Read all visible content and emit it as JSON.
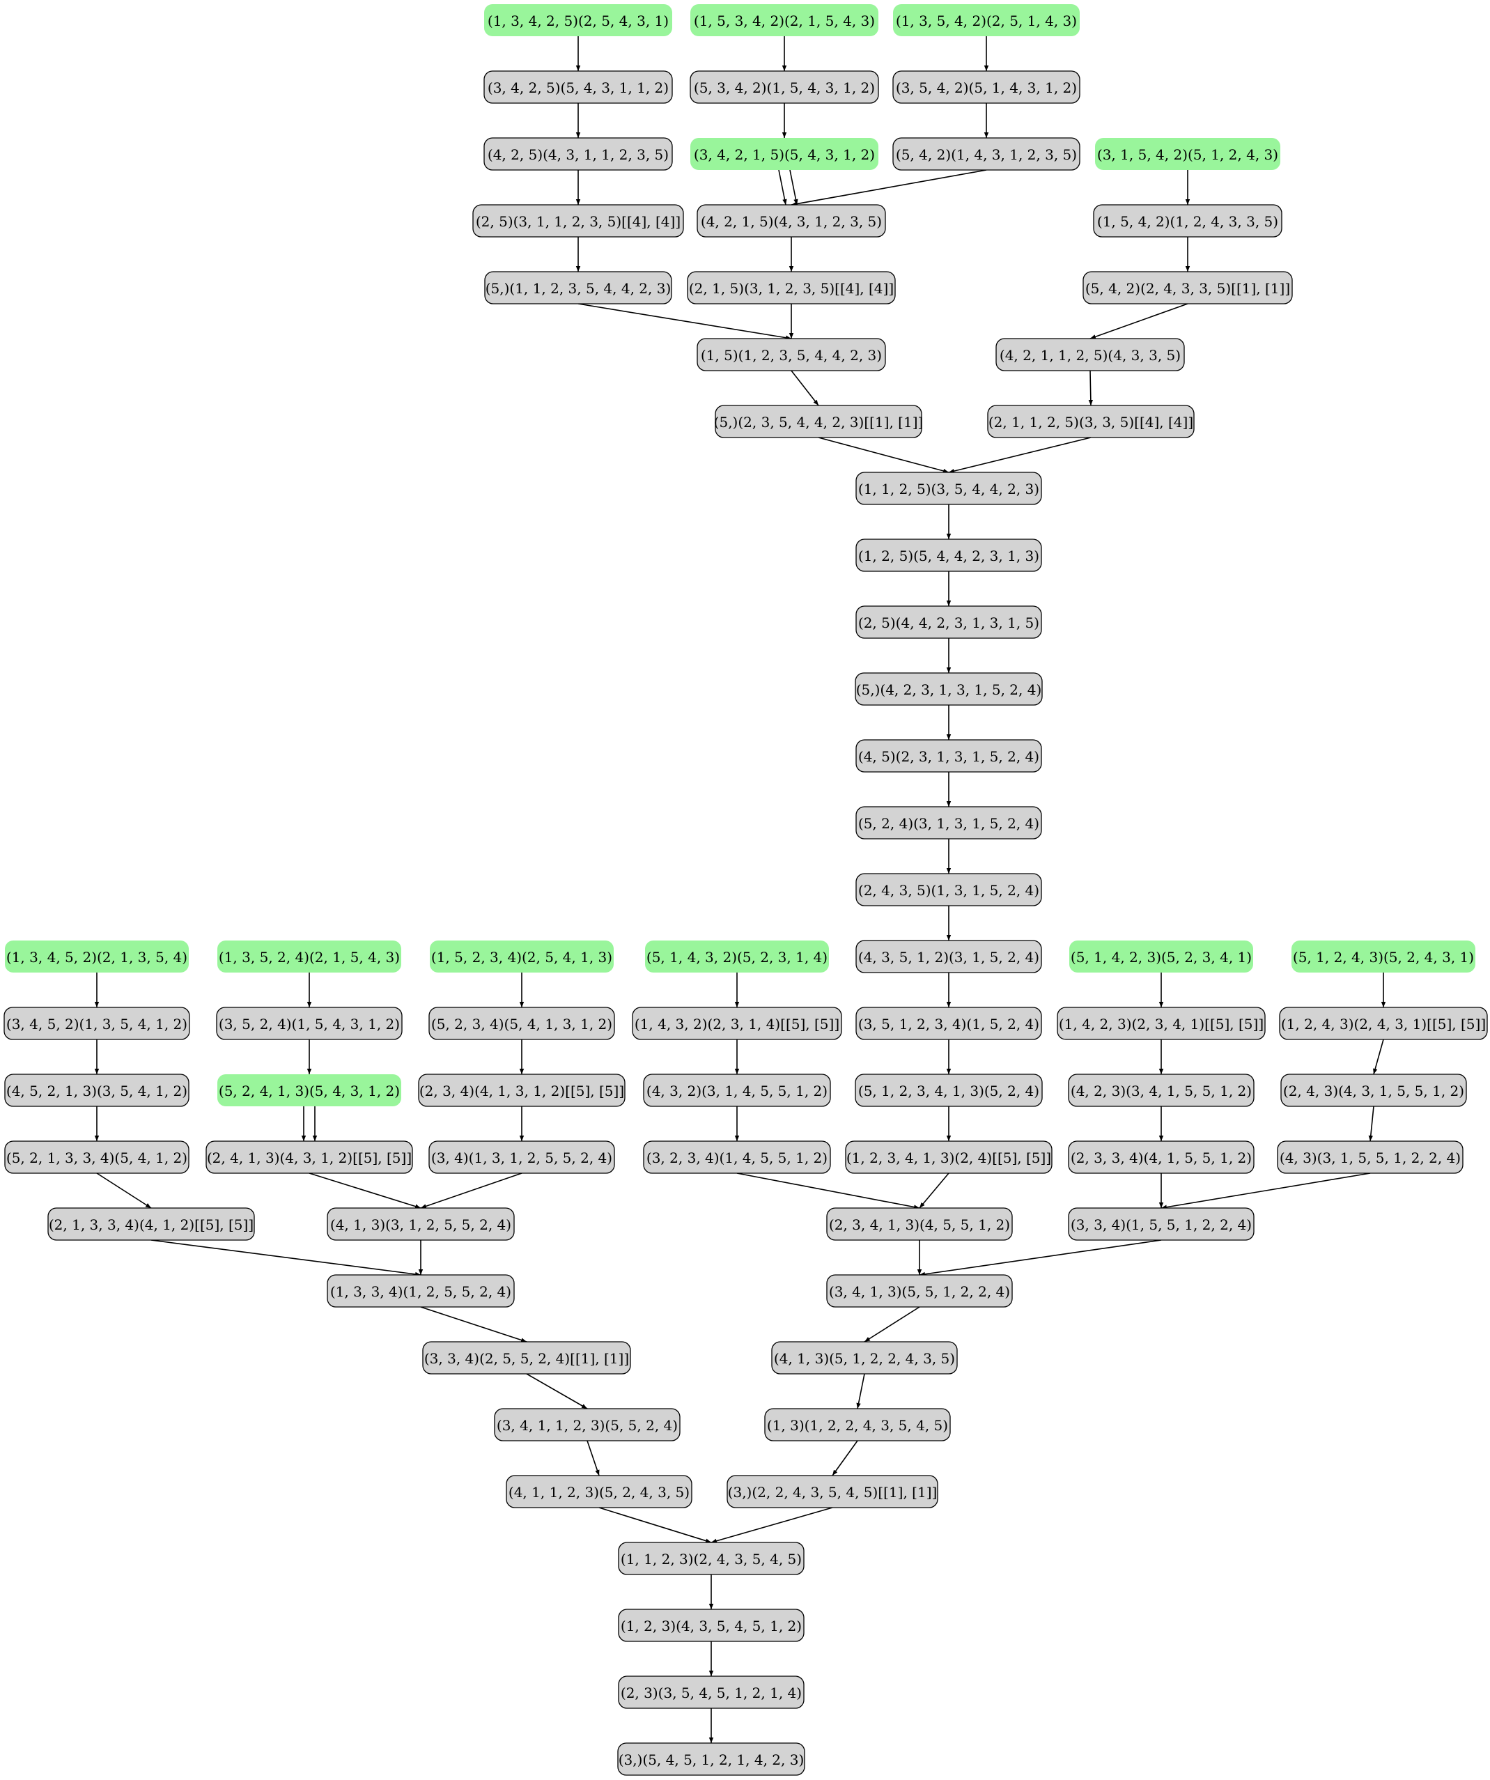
{
  "colors": {
    "start_fill": "#99f59b",
    "node_fill": "#d3d3d3",
    "stroke": "#000000",
    "background": "#ffffff"
  },
  "nodes": [
    {
      "id": "a1",
      "label": "(1, 3, 4, 2, 5)(2, 5, 4, 3, 1)",
      "start": true
    },
    {
      "id": "b1",
      "label": "(1, 5, 3, 4, 2)(2, 1, 5, 4, 3)",
      "start": true
    },
    {
      "id": "c1",
      "label": "(1, 3, 5, 4, 2)(2, 5, 1, 4, 3)",
      "start": true
    },
    {
      "id": "a2",
      "label": "(3, 4, 2, 5)(5, 4, 3, 1, 1, 2)"
    },
    {
      "id": "b2",
      "label": "(5, 3, 4, 2)(1, 5, 4, 3, 1, 2)"
    },
    {
      "id": "c2",
      "label": "(3, 5, 4, 2)(5, 1, 4, 3, 1, 2)"
    },
    {
      "id": "a3",
      "label": "(4, 2, 5)(4, 3, 1, 1, 2, 3, 5)"
    },
    {
      "id": "b3",
      "label": "(3, 4, 2, 1, 5)(5, 4, 3, 1, 2)",
      "start": true
    },
    {
      "id": "c3",
      "label": "(5, 4, 2)(1, 4, 3, 1, 2, 3, 5)"
    },
    {
      "id": "d1",
      "label": "(3, 1, 5, 4, 2)(5, 1, 2, 4, 3)",
      "start": true
    },
    {
      "id": "a4",
      "label": "(2, 5)(3, 1, 1, 2, 3, 5)[[4], [4]]"
    },
    {
      "id": "b4",
      "label": "(4, 2, 1, 5)(4, 3, 1, 2, 3, 5)"
    },
    {
      "id": "d2",
      "label": "(1, 5, 4, 2)(1, 2, 4, 3, 3, 5)"
    },
    {
      "id": "a5",
      "label": "(5,)(1, 1, 2, 3, 5, 4, 4, 2, 3)"
    },
    {
      "id": "b5",
      "label": "(2, 1, 5)(3, 1, 2, 3, 5)[[4], [4]]"
    },
    {
      "id": "d3",
      "label": "(5, 4, 2)(2, 4, 3, 3, 5)[[1], [1]]"
    },
    {
      "id": "m1",
      "label": "(1, 5)(1, 2, 3, 5, 4, 4, 2, 3)"
    },
    {
      "id": "d4",
      "label": "(4, 2, 1, 1, 2, 5)(4, 3, 3, 5)"
    },
    {
      "id": "m2",
      "label": "(5,)(2, 3, 5, 4, 4, 2, 3)[[1], [1]]"
    },
    {
      "id": "d5",
      "label": "(2, 1, 1, 2, 5)(3, 3, 5)[[4], [4]]"
    },
    {
      "id": "t1",
      "label": "(1, 1, 2, 5)(3, 5, 4, 4, 2, 3)"
    },
    {
      "id": "t2",
      "label": "(1, 2, 5)(5, 4, 4, 2, 3, 1, 3)"
    },
    {
      "id": "t3",
      "label": "(2, 5)(4, 4, 2, 3, 1, 3, 1, 5)"
    },
    {
      "id": "t4",
      "label": "(5,)(4, 2, 3, 1, 3, 1, 5, 2, 4)"
    },
    {
      "id": "t5",
      "label": "(4, 5)(2, 3, 1, 3, 1, 5, 2, 4)"
    },
    {
      "id": "t6",
      "label": "(5, 2, 4)(3, 1, 3, 1, 5, 2, 4)"
    },
    {
      "id": "t7",
      "label": "(2, 4, 3, 5)(1, 3, 1, 5, 2, 4)"
    },
    {
      "id": "t8",
      "label": "(4, 3, 5, 1, 2)(3, 1, 5, 2, 4)"
    },
    {
      "id": "e1",
      "label": "(1, 3, 4, 5, 2)(2, 1, 3, 5, 4)",
      "start": true
    },
    {
      "id": "f1",
      "label": "(1, 3, 5, 2, 4)(2, 1, 5, 4, 3)",
      "start": true
    },
    {
      "id": "g1",
      "label": "(1, 5, 2, 3, 4)(2, 5, 4, 1, 3)",
      "start": true
    },
    {
      "id": "h1",
      "label": "(5, 1, 4, 3, 2)(5, 2, 3, 1, 4)",
      "start": true
    },
    {
      "id": "j1",
      "label": "(5, 1, 4, 2, 3)(5, 2, 3, 4, 1)",
      "start": true
    },
    {
      "id": "k1",
      "label": "(5, 1, 2, 4, 3)(5, 2, 4, 3, 1)",
      "start": true
    },
    {
      "id": "e2",
      "label": "(3, 4, 5, 2)(1, 3, 5, 4, 1, 2)"
    },
    {
      "id": "f2",
      "label": "(3, 5, 2, 4)(1, 5, 4, 3, 1, 2)"
    },
    {
      "id": "g2",
      "label": "(5, 2, 3, 4)(5, 4, 1, 3, 1, 2)"
    },
    {
      "id": "h2",
      "label": "(1, 4, 3, 2)(2, 3, 1, 4)[[5], [5]]"
    },
    {
      "id": "t9",
      "label": "(3, 5, 1, 2, 3, 4)(1, 5, 2, 4)"
    },
    {
      "id": "j2",
      "label": "(1, 4, 2, 3)(2, 3, 4, 1)[[5], [5]]"
    },
    {
      "id": "k2",
      "label": "(1, 2, 4, 3)(2, 4, 3, 1)[[5], [5]]"
    },
    {
      "id": "e3",
      "label": "(4, 5, 2, 1, 3)(3, 5, 4, 1, 2)"
    },
    {
      "id": "f3",
      "label": "(5, 2, 4, 1, 3)(5, 4, 3, 1, 2)",
      "start": true
    },
    {
      "id": "g3",
      "label": "(2, 3, 4)(4, 1, 3, 1, 2)[[5], [5]]"
    },
    {
      "id": "h3",
      "label": "(4, 3, 2)(3, 1, 4, 5, 5, 1, 2)"
    },
    {
      "id": "t10",
      "label": "(5, 1, 2, 3, 4, 1, 3)(5, 2, 4)"
    },
    {
      "id": "j3",
      "label": "(4, 2, 3)(3, 4, 1, 5, 5, 1, 2)"
    },
    {
      "id": "k3",
      "label": "(2, 4, 3)(4, 3, 1, 5, 5, 1, 2)"
    },
    {
      "id": "e4",
      "label": "(5, 2, 1, 3, 3, 4)(5, 4, 1, 2)"
    },
    {
      "id": "f4",
      "label": "(2, 4, 1, 3)(4, 3, 1, 2)[[5], [5]]"
    },
    {
      "id": "g4",
      "label": "(3, 4)(1, 3, 1, 2, 5, 5, 2, 4)"
    },
    {
      "id": "h4",
      "label": "(3, 2, 3, 4)(1, 4, 5, 5, 1, 2)"
    },
    {
      "id": "t11",
      "label": "(1, 2, 3, 4, 1, 3)(2, 4)[[5], [5]]"
    },
    {
      "id": "j4",
      "label": "(2, 3, 3, 4)(4, 1, 5, 5, 1, 2)"
    },
    {
      "id": "k4",
      "label": "(4, 3)(3, 1, 5, 5, 1, 2, 2, 4)"
    },
    {
      "id": "e5",
      "label": "(2, 1, 3, 3, 4)(4, 1, 2)[[5], [5]]"
    },
    {
      "id": "fg5",
      "label": "(4, 1, 3)(3, 1, 2, 5, 5, 2, 4)"
    },
    {
      "id": "ht5",
      "label": "(2, 3, 4, 1, 3)(4, 5, 5, 1, 2)"
    },
    {
      "id": "jk5",
      "label": "(3, 3, 4)(1, 5, 5, 1, 2, 2, 4)"
    },
    {
      "id": "L1",
      "label": "(1, 3, 3, 4)(1, 2, 5, 5, 2, 4)"
    },
    {
      "id": "R1",
      "label": "(3, 4, 1, 3)(5, 5, 1, 2, 2, 4)"
    },
    {
      "id": "L2",
      "label": "(3, 3, 4)(2, 5, 5, 2, 4)[[1], [1]]"
    },
    {
      "id": "R2",
      "label": "(4, 1, 3)(5, 1, 2, 2, 4, 3, 5)"
    },
    {
      "id": "L3",
      "label": "(3, 4, 1, 1, 2, 3)(5, 5, 2, 4)"
    },
    {
      "id": "R3",
      "label": "(1, 3)(1, 2, 2, 4, 3, 5, 4, 5)"
    },
    {
      "id": "L4",
      "label": "(4, 1, 1, 2, 3)(5, 2, 4, 3, 5)"
    },
    {
      "id": "R4",
      "label": "(3,)(2, 2, 4, 3, 5, 4, 5)[[1], [1]]"
    },
    {
      "id": "B1",
      "label": "(1, 1, 2, 3)(2, 4, 3, 5, 4, 5)"
    },
    {
      "id": "B2",
      "label": "(1, 2, 3)(4, 3, 5, 4, 5, 1, 2)"
    },
    {
      "id": "B3",
      "label": "(2, 3)(3, 5, 4, 5, 1, 2, 1, 4)"
    },
    {
      "id": "B4",
      "label": "(3,)(5, 4, 5, 1, 2, 1, 4, 2, 3)"
    }
  ],
  "edges": [
    [
      "a1",
      "a2"
    ],
    [
      "a2",
      "a3"
    ],
    [
      "a3",
      "a4"
    ],
    [
      "a4",
      "a5"
    ],
    [
      "a5",
      "m1"
    ],
    [
      "b1",
      "b2"
    ],
    [
      "b2",
      "b3"
    ],
    [
      "b3",
      "b4"
    ],
    [
      "b3",
      "b4"
    ],
    [
      "b4",
      "b5"
    ],
    [
      "b5",
      "m1"
    ],
    [
      "c1",
      "c2"
    ],
    [
      "c2",
      "c3"
    ],
    [
      "c3",
      "b4"
    ],
    [
      "d1",
      "d2"
    ],
    [
      "d2",
      "d3"
    ],
    [
      "d3",
      "d4"
    ],
    [
      "d4",
      "d5"
    ],
    [
      "d5",
      "t1"
    ],
    [
      "m1",
      "m2"
    ],
    [
      "m2",
      "t1"
    ],
    [
      "t1",
      "t2"
    ],
    [
      "t2",
      "t3"
    ],
    [
      "t3",
      "t4"
    ],
    [
      "t4",
      "t5"
    ],
    [
      "t5",
      "t6"
    ],
    [
      "t6",
      "t7"
    ],
    [
      "t7",
      "t8"
    ],
    [
      "t8",
      "t9"
    ],
    [
      "t9",
      "t10"
    ],
    [
      "t10",
      "t11"
    ],
    [
      "t11",
      "ht5"
    ],
    [
      "e1",
      "e2"
    ],
    [
      "e2",
      "e3"
    ],
    [
      "e3",
      "e4"
    ],
    [
      "e4",
      "e5"
    ],
    [
      "e5",
      "L1"
    ],
    [
      "f1",
      "f2"
    ],
    [
      "f2",
      "f3"
    ],
    [
      "f3",
      "f4"
    ],
    [
      "f3",
      "f4"
    ],
    [
      "f4",
      "fg5"
    ],
    [
      "g1",
      "g2"
    ],
    [
      "g2",
      "g3"
    ],
    [
      "g3",
      "g4"
    ],
    [
      "g4",
      "fg5"
    ],
    [
      "fg5",
      "L1"
    ],
    [
      "h1",
      "h2"
    ],
    [
      "h2",
      "h3"
    ],
    [
      "h3",
      "h4"
    ],
    [
      "h4",
      "ht5"
    ],
    [
      "ht5",
      "R1"
    ],
    [
      "j1",
      "j2"
    ],
    [
      "j2",
      "j3"
    ],
    [
      "j3",
      "j4"
    ],
    [
      "j4",
      "jk5"
    ],
    [
      "k1",
      "k2"
    ],
    [
      "k2",
      "k3"
    ],
    [
      "k3",
      "k4"
    ],
    [
      "k4",
      "jk5"
    ],
    [
      "jk5",
      "R1"
    ],
    [
      "L1",
      "L2"
    ],
    [
      "L2",
      "L3"
    ],
    [
      "L3",
      "L4"
    ],
    [
      "L4",
      "B1"
    ],
    [
      "R1",
      "R2"
    ],
    [
      "R2",
      "R3"
    ],
    [
      "R3",
      "R4"
    ],
    [
      "R4",
      "B1"
    ],
    [
      "B1",
      "B2"
    ],
    [
      "B2",
      "B3"
    ],
    [
      "B3",
      "B4"
    ]
  ]
}
